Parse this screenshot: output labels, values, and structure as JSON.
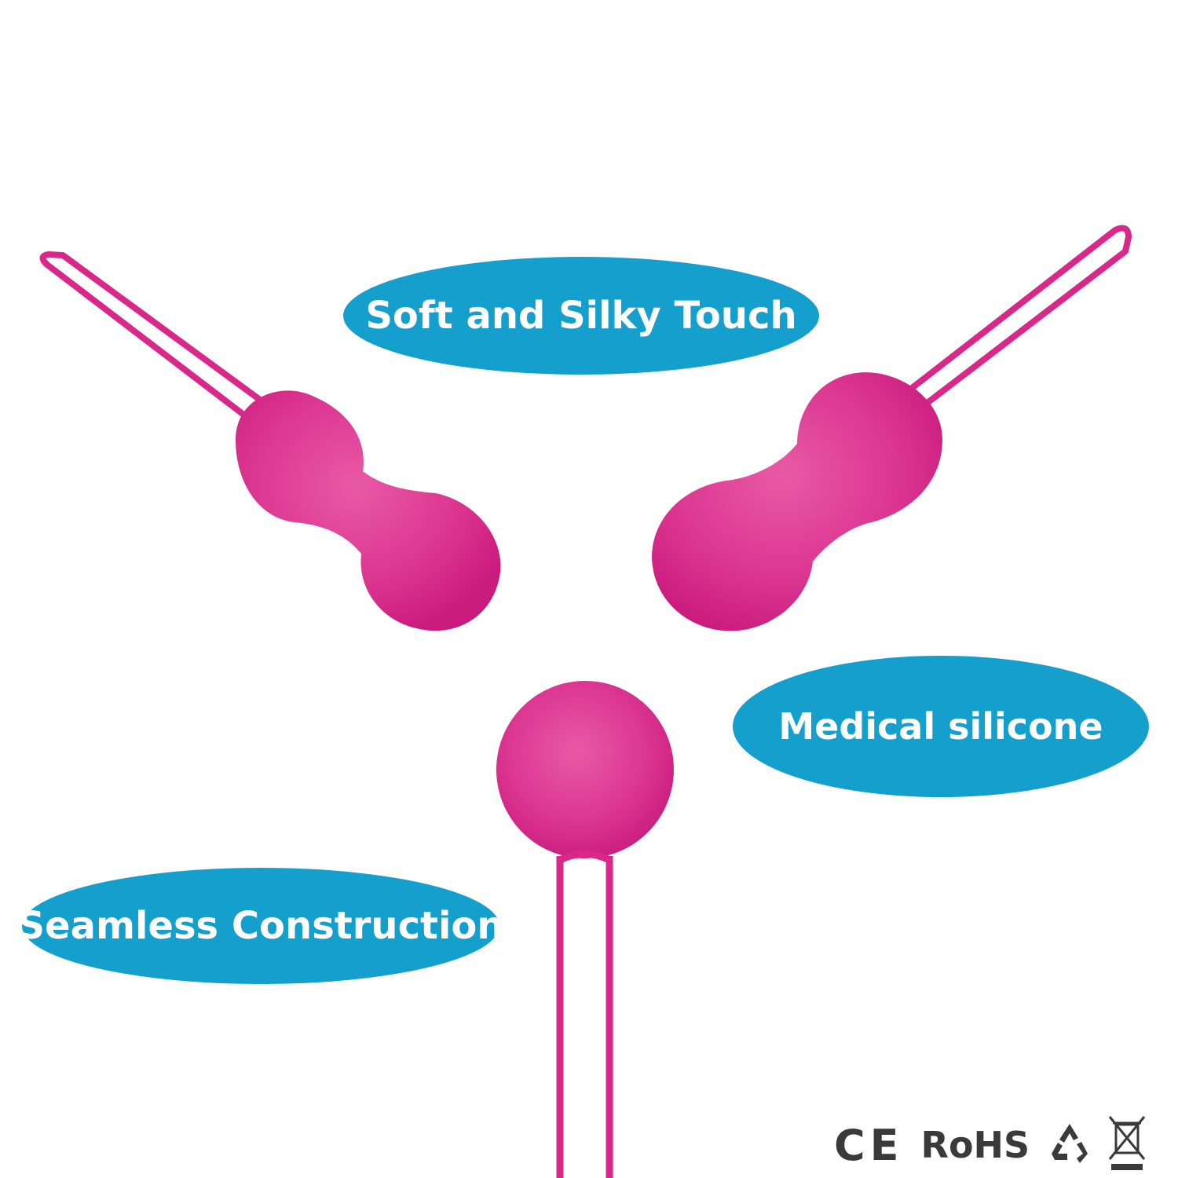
{
  "colors": {
    "product_pink": "#d9278a",
    "product_pink_light": "#e6559f",
    "bubble_blue": "#159fcc",
    "label_text": "#ffffff",
    "cert_gray": "#3a3a3a"
  },
  "labels": {
    "soft_touch": "Soft and Silky Touch",
    "medical": "Medical silicone",
    "seamless": "Seamless Construction"
  },
  "certifications": {
    "ce": "CE",
    "rohs": "RoHS",
    "icons": [
      "recycle-icon",
      "weee-crossed-bin-icon"
    ]
  }
}
